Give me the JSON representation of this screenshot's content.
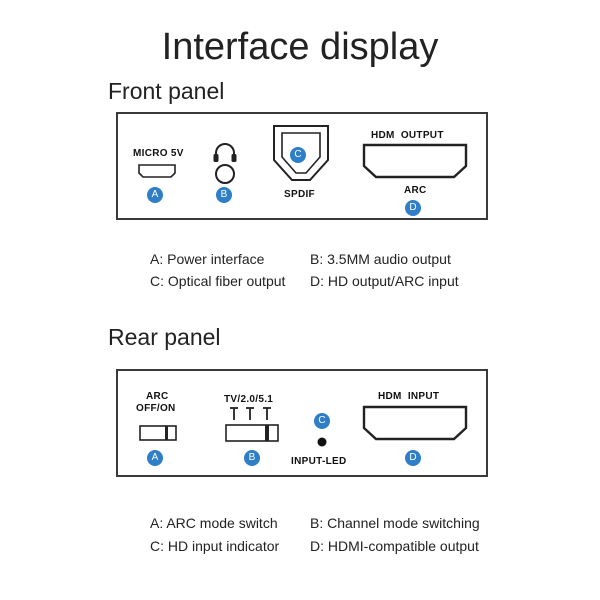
{
  "title": "Interface display",
  "front": {
    "heading": "Front panel",
    "micro_label": "MICRO 5V",
    "spdif_label": "SPDIF",
    "hdmi_output_label": "HDM  OUTPUT",
    "arc_label": "ARC",
    "badges": [
      "A",
      "B",
      "C",
      "D"
    ],
    "legend": [
      "A: Power interface",
      "B: 3.5MM audio output",
      "C: Optical fiber output",
      "D: HD output/ARC input"
    ]
  },
  "rear": {
    "heading": "Rear panel",
    "arc_switch_label_1": "ARC",
    "arc_switch_label_2": "OFF/ON",
    "channel_label": "TV/2.0/5.1",
    "input_led_label": "INPUT-LED",
    "hdmi_input_label": "HDM  INPUT",
    "badges": [
      "A",
      "B",
      "C",
      "D"
    ],
    "legend": [
      "A: ARC mode switch",
      "B: Channel mode switching",
      "C: HD input indicator",
      "D: HDMI-compatible output"
    ]
  },
  "colors": {
    "badge": "#2f7ec8",
    "outline": "#3a3a3a"
  }
}
